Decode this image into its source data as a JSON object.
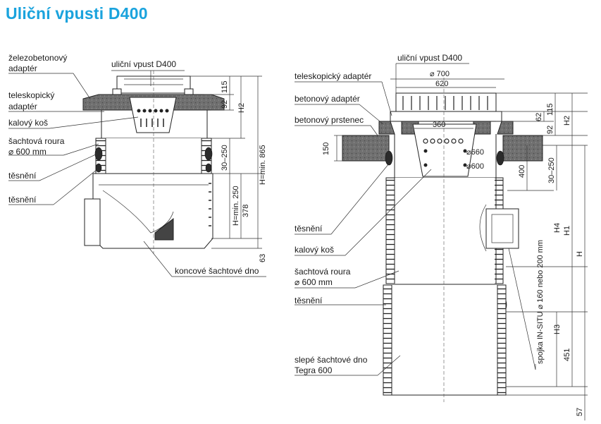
{
  "title": "Uliční vpusti D400",
  "left_drawing": {
    "callouts": {
      "adapter_concrete_line1": "železobetonový",
      "adapter_concrete_line2": "adaptér",
      "adapter_telescopic_line1": "teleskopický",
      "adapter_telescopic_line2": "adaptér",
      "sludge_basket": "kalový koš",
      "shaft_pipe_line1": "šachtová roura",
      "shaft_pipe_line2": "⌀ 600 mm",
      "seal_upper": "těsnění",
      "seal_lower": "těsnění",
      "gully_top": "uliční vpust  D400",
      "end_bottom": "koncové šachtové dno"
    },
    "dimensions": {
      "d115": "115",
      "d92": "92",
      "h2": "H2",
      "d30_250": "30–250",
      "hmin865": "H=min. 865",
      "hmin250": "H=min. 250",
      "d378": "378",
      "d63": "63"
    }
  },
  "right_drawing": {
    "callouts": {
      "gully_top": "uliční vpust  D400",
      "adapter_telescopic": "teleskopický adaptér",
      "adapter_concrete": "betonový adaptér",
      "ring_concrete": "betonový prstenec",
      "seal_upper": "těsnění",
      "sludge_basket": "kalový koš",
      "shaft_pipe_line1": "šachtová roura",
      "shaft_pipe_line2": "⌀ 600 mm",
      "seal_lower": "těsnění",
      "blind_bottom_line1": "slepé šachtové dno",
      "blind_bottom_line2": "Tegra 600",
      "insitu_connection": "spojka IN-SITU ⌀ 160 nebo 200 mm"
    },
    "dimensions": {
      "d700": "⌀ 700",
      "d620": "620",
      "d360": "360",
      "d660": "⌀660",
      "d600": "⌀600",
      "d150": "150",
      "d400": "400",
      "d62": "62",
      "d115": "115",
      "d92": "92",
      "h2": "H2",
      "d30_250": "30–250",
      "h4": "H4",
      "h1": "H1",
      "h": "H",
      "h3": "H3",
      "d451": "451",
      "d57": "57"
    }
  },
  "colors": {
    "title": "#1aa3dd",
    "line": "#222222",
    "concrete": "#6f6f6f",
    "seal": "#2b2b2b"
  }
}
